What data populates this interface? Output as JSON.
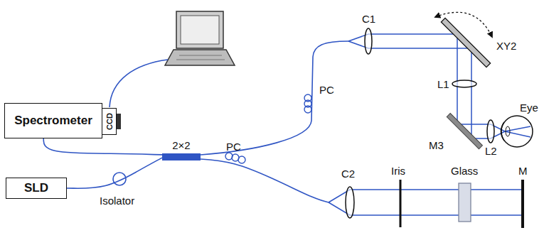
{
  "diagram": {
    "nodes": [
      {
        "text": [
          "Spectrometer"
        ]
      },
      {
        "text": [
          "CCD"
        ]
      },
      {
        "text": [
          "2×2"
        ]
      },
      {
        "text": [
          "SLD"
        ]
      }
    ],
    "edges": [
      {
        "from": 3,
        "to": 2,
        "arrow": "none"
      },
      {
        "from": 2,
        "to": 0,
        "arrow": "none"
      }
    ],
    "labels": [
      "C1",
      "XY2",
      "PC",
      "L1",
      "M3",
      "L2",
      "Eye",
      "PC",
      "C2",
      "Iris",
      "Glass",
      "M",
      "Isolator"
    ]
  }
}
